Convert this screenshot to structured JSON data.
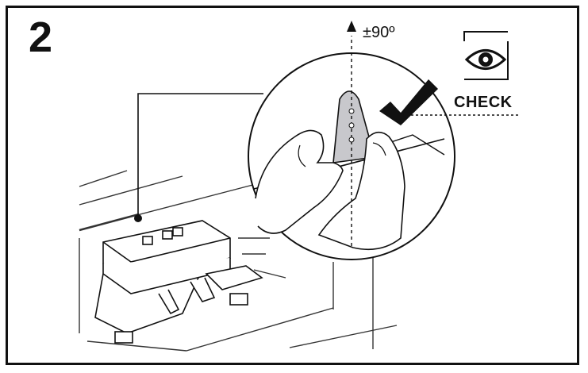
{
  "step_number": "2",
  "rotation_label": "±90º",
  "check_label": "CHECK",
  "icons": [
    "eye-icon",
    "checkmark-icon",
    "up-arrow-icon"
  ],
  "colors": {
    "line": "#111111",
    "tab_fill": "#c8c8cc",
    "paper": "#ffffff"
  }
}
